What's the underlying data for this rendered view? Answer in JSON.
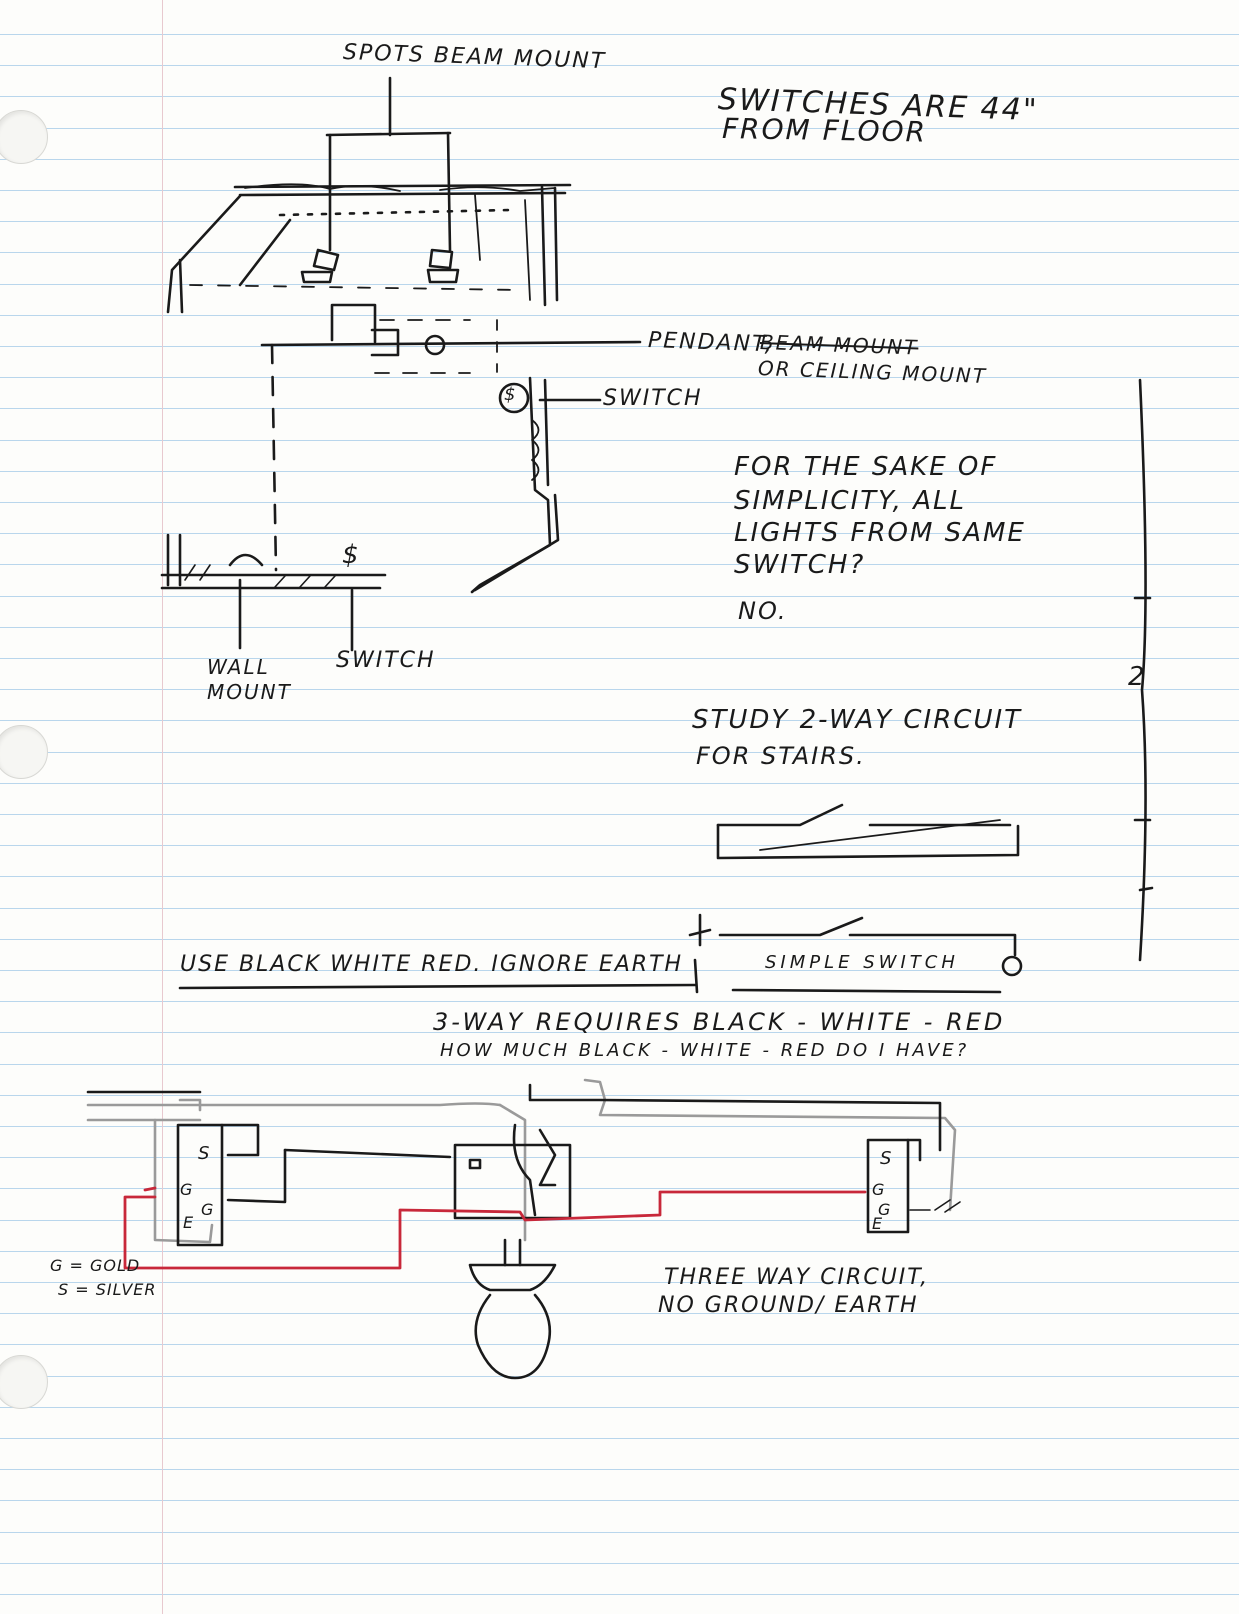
{
  "notes": {
    "spots_label": "SPOTS BEAM MOUNT",
    "switch_height_line1": "SWITCHES ARE 44\"",
    "switch_height_line2": "FROM FLOOR",
    "pendant_label": "PENDANT,",
    "pendant_struck": "BEAM MOUNT",
    "ceiling_mount": "OR CEILING MOUNT",
    "switch_right": "SWITCH",
    "wall_mount_line1": "WALL",
    "wall_mount_line2": "MOUNT",
    "switch_bottom": "SWITCH",
    "dollar_sign": "$",
    "question_line1": "FOR THE SAKE OF",
    "question_line2": "SIMPLICITY, ALL",
    "question_line3": "LIGHTS FROM SAME",
    "question_line4": "SWITCH?",
    "answer": "NO.",
    "study_line1": "STUDY 2-WAY CIRCUIT",
    "study_line2": "FOR STAIRS.",
    "simple_switch": "SIMPLE SWITCH",
    "use_colors": "USE BLACK WHITE RED. IGNORE EARTH",
    "requires_line1": "3-WAY REQUIRES BLACK - WHITE - RED",
    "requires_line2": "HOW MUCH BLACK - WHITE - RED DO I HAVE?",
    "legend_line1": "G = GOLD",
    "legend_line2": "S = SILVER",
    "three_way_line1": "THREE WAY CIRCUIT,",
    "three_way_line2": "NO GROUND/ EARTH",
    "terminal_s": "S",
    "terminal_g": "G",
    "terminal_e": "E",
    "margin_mark": "2"
  },
  "colors": {
    "ink": "#1a1a1a",
    "red_wire": "#c8283a",
    "grey_wire": "#9a9a9a",
    "rule": "#b9d6ec"
  }
}
